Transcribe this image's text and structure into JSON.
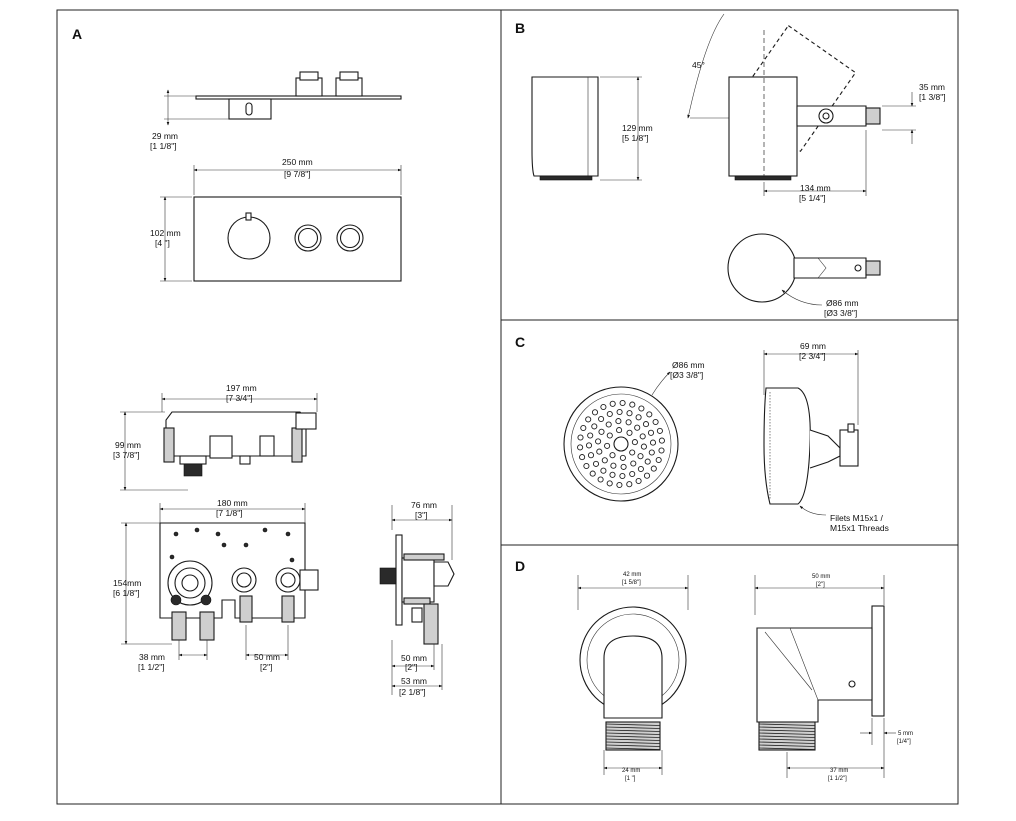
{
  "panels": {
    "A": {
      "label": "A",
      "dims": {
        "plate_depth_mm": "29 mm",
        "plate_depth_in": "[1 1/8\"]",
        "plate_width_mm": "250 mm",
        "plate_width_in": "[9 7/8\"]",
        "plate_height_mm": "102 mm",
        "plate_height_in": "[4 \"]",
        "valve_width_mm": "197 mm",
        "valve_width_in": "[7 3/4\"]",
        "valve_depth_mm": "99 mm",
        "valve_depth_in": "[3 7/8\"]",
        "body_width_mm": "180 mm",
        "body_width_in": "[7 1/8\"]",
        "body_height_mm": "154mm",
        "body_height_in": "[6 1/8\"]",
        "outlet_left_mm": "38 mm",
        "outlet_left_in": "[1 1/2\"]",
        "outlet_right_mm": "50 mm",
        "outlet_right_in": "[2\"]",
        "side_depth_mm": "76 mm",
        "side_depth_in": "[3\"]",
        "side_a_mm": "50 mm",
        "side_a_in": "[2\"]",
        "side_b_mm": "53 mm",
        "side_b_in": "[2 1/8\"]"
      }
    },
    "B": {
      "label": "B",
      "dims": {
        "height_mm": "129 mm",
        "height_in": "[5 1/8\"]",
        "angle": "45°",
        "arm_mm": "35 mm",
        "arm_in": "[1 3/8\"]",
        "length_mm": "134 mm",
        "length_in": "[5 1/4\"]",
        "dia_mm": "Ø86 mm",
        "dia_in": "[Ø3 3/8\"]"
      }
    },
    "C": {
      "label": "C",
      "dims": {
        "dia_mm": "Ø86 mm",
        "dia_in": "[Ø3 3/8\"]",
        "depth_mm": "69 mm",
        "depth_in": "[2 3/4\"]",
        "thread_fr": "Filets M15x1 /",
        "thread_en": "M15x1 Threads"
      }
    },
    "D": {
      "label": "D",
      "dims": {
        "flange_mm": "42 mm",
        "flange_in": "[1 5/8\"]",
        "depth_mm": "50 mm",
        "depth_in": "[2\"]",
        "thread_mm": "24 mm",
        "thread_in": "[1 \"]",
        "plate_mm": "5 mm",
        "plate_in": "[1/4\"]",
        "outlet_mm": "37 mm",
        "outlet_in": "[1 1/2\"]"
      }
    }
  }
}
